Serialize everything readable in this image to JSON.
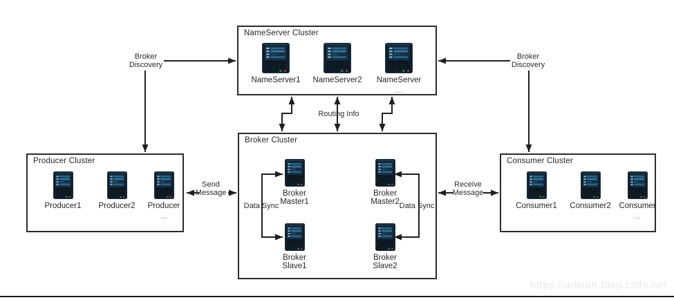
{
  "clusters": {
    "nameserver": {
      "title": "NameServer Cluster",
      "nodes": [
        {
          "label": "NameServer1"
        },
        {
          "label": "NameServer2"
        },
        {
          "label": "NameServer",
          "more": "...."
        }
      ]
    },
    "producer": {
      "title": "Producer Cluster",
      "nodes": [
        {
          "label": "Producer1"
        },
        {
          "label": "Producer2"
        },
        {
          "label": "Producer",
          "more": "..."
        }
      ]
    },
    "consumer": {
      "title": "Consumer Cluster",
      "nodes": [
        {
          "label": "Consumer1"
        },
        {
          "label": "Consumer2"
        },
        {
          "label": "Consumer",
          "more": "..."
        }
      ]
    },
    "broker": {
      "title": "Broker Cluster",
      "nodes": [
        {
          "line1": "Broker",
          "line2": "Master1"
        },
        {
          "line1": "Broker",
          "line2": "Master2"
        },
        {
          "line1": "Broker",
          "line2": "Slave1"
        },
        {
          "line1": "Broker",
          "line2": "Slave2"
        }
      ]
    }
  },
  "edges": {
    "broker_discovery_left": {
      "line1": "Broker",
      "line2": "Discovery"
    },
    "broker_discovery_right": {
      "line1": "Broker",
      "line2": "Discovery"
    },
    "routing_info": "Routing Info",
    "send_message": {
      "line1": "Send",
      "line2": "Message"
    },
    "receive_message": {
      "line1": "Receive",
      "line2": "Message"
    },
    "data_sync_left": "Data Sync",
    "data_sync_right": "Data Sync"
  },
  "watermark": {
    "text": "https://artisan.blog.csdn.net"
  },
  "colors": {
    "line": "#1f1f1f",
    "box_border": "#2b2b2b",
    "text": "#262626",
    "server_body": "#0e1c2a",
    "server_screen": "#152e44",
    "server_bar": "#2a6486",
    "server_tick": "#8fc0d8",
    "led_green": "#2f9e54",
    "led_red": "#bf3b3b",
    "watermark": "#e8e8ec"
  }
}
